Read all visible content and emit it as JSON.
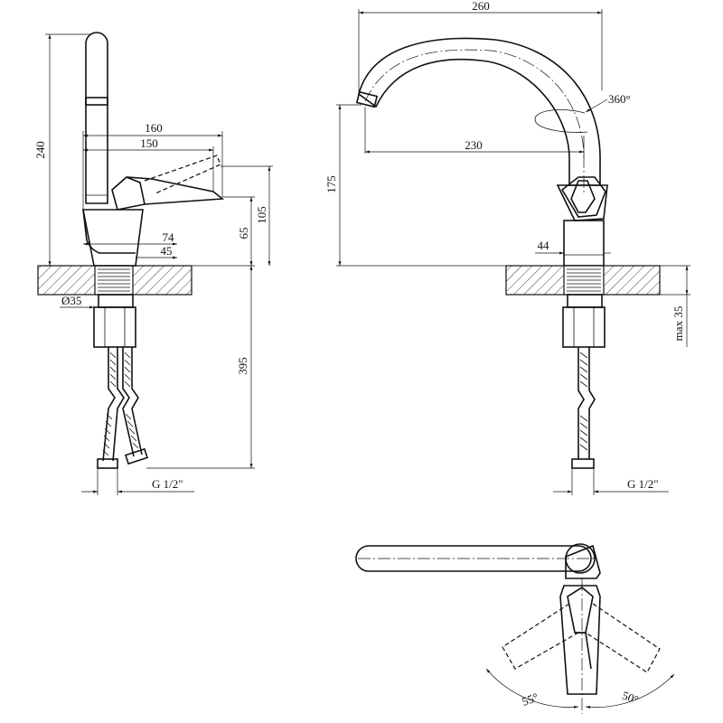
{
  "drawing": {
    "side_view": {
      "height_total": "240",
      "lever_reach_outer": "160",
      "lever_reach_inner": "150",
      "body_height_lever": "105",
      "body_height": "65",
      "base_width": "74",
      "base_inner": "45",
      "shank_diameter": "Ø35",
      "hose_length": "395",
      "thread": "G 1/2\""
    },
    "front_view": {
      "spout_reach": "260",
      "spout_reach_inner": "230",
      "rotation": "360°",
      "spout_height": "175",
      "base_width": "44",
      "counter_thickness": "max 35",
      "thread": "G 1/2\""
    },
    "top_view": {
      "angle_left": "55°",
      "angle_right": "50°"
    }
  }
}
